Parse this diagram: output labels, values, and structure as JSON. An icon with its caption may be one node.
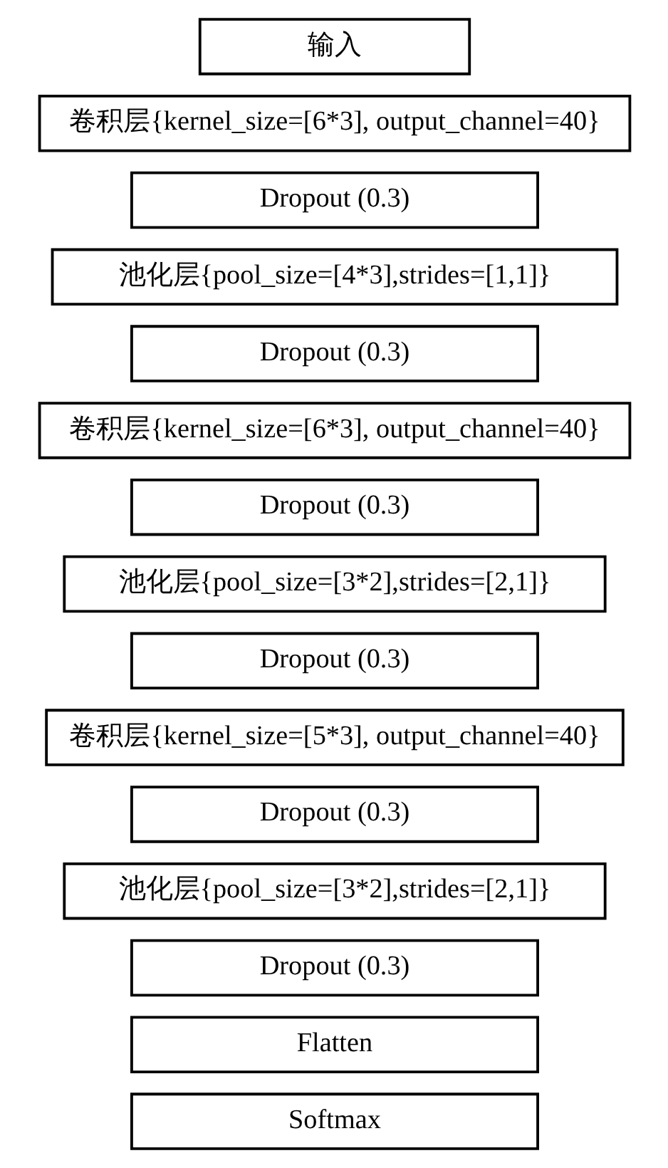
{
  "diagram": {
    "nodes": [
      {
        "text": [
          "输入"
        ]
      },
      {
        "text": [
          "卷积层{kernel_size=[6*3], output_channel=40}"
        ]
      },
      {
        "text": [
          "Dropout (0.3)"
        ]
      },
      {
        "text": [
          "池化层{pool_size=[4*3],strides=[1,1]}"
        ]
      },
      {
        "text": [
          "Dropout (0.3)"
        ]
      },
      {
        "text": [
          "卷积层{kernel_size=[6*3], output_channel=40}"
        ]
      },
      {
        "text": [
          "Dropout (0.3)"
        ]
      },
      {
        "text": [
          "池化层{pool_size=[3*2],strides=[2,1]}"
        ]
      },
      {
        "text": [
          "Dropout (0.3)"
        ]
      },
      {
        "text": [
          "卷积层{kernel_size=[5*3], output_channel=40}"
        ]
      },
      {
        "text": [
          "Dropout (0.3)"
        ]
      },
      {
        "text": [
          "池化层{pool_size=[3*2],strides=[2,1]}"
        ]
      },
      {
        "text": [
          "Dropout (0.3)"
        ]
      },
      {
        "text": [
          "Flatten"
        ]
      },
      {
        "text": [
          "Softmax"
        ]
      }
    ]
  }
}
